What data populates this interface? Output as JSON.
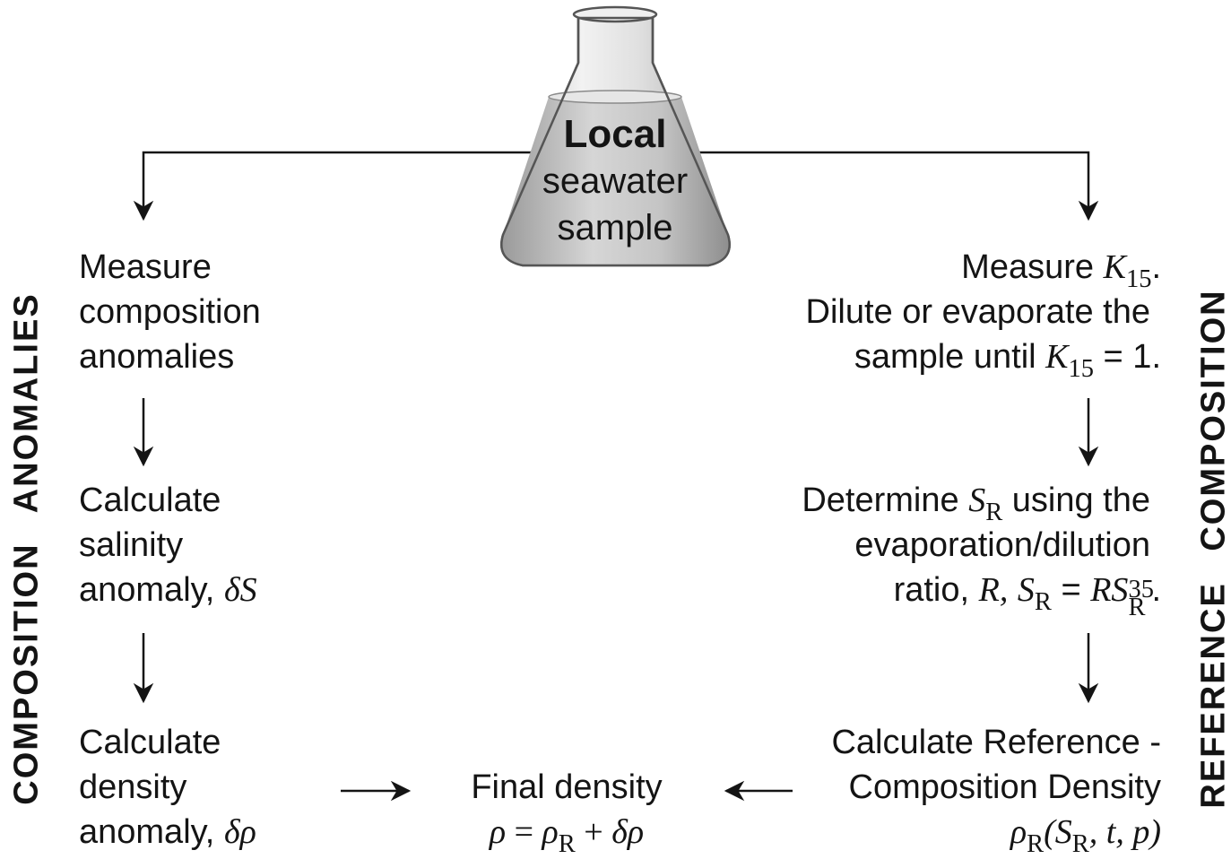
{
  "flask_label": {
    "line1": "Local",
    "line2": "seawater",
    "line3": "sample"
  },
  "side_labels": {
    "left": "COMPOSITION ANOMALIES",
    "right": "REFERENCE COMPOSITION"
  },
  "left_column": {
    "step1": [
      "Measure",
      "composition",
      "anomalies"
    ],
    "step2": {
      "line1": "Calculate",
      "line2": "salinity",
      "line3_text": "anomaly, ",
      "line3_math": "δS"
    },
    "step3": {
      "line1": "Calculate",
      "line2": "density",
      "line3_text": "anomaly, ",
      "line3_math": "δρ"
    }
  },
  "right_column": {
    "step1": {
      "line1_text": "Measure ",
      "line1_var": "K",
      "line1_sub": "15",
      "line1_end": ".",
      "line2": "Dilute or evaporate the",
      "line3_text": "sample until ",
      "line3_var": "K",
      "line3_sub": "15",
      "line3_end": " = 1."
    },
    "step2": {
      "line1_text": "Determine ",
      "line1_var": "S",
      "line1_sub": "R",
      "line1_end": " using the",
      "line2": "evaporation/dilution",
      "line3_text": "ratio, ",
      "line3_R": "R,",
      "line3_S": "S",
      "line3_Ssub": "R",
      "line3_eq": " = ",
      "line3_RS": "RS",
      "line3_sup": "35",
      "line3_sub2": "R",
      "line3_end": "."
    },
    "step3": {
      "line1": "Calculate Reference -",
      "line2": "Composition Density",
      "line3_rho": "ρ",
      "line3_sub": "R",
      "line3_open": "(",
      "line3_S": "S",
      "line3_Ssub": "R",
      "line3_rest": ", t, p)"
    }
  },
  "final": {
    "line1": "Final density",
    "rho": "ρ",
    "eq": " = ",
    "rho2": "ρ",
    "rho2_sub": "R",
    "plus": " + ",
    "drho": "δρ"
  }
}
